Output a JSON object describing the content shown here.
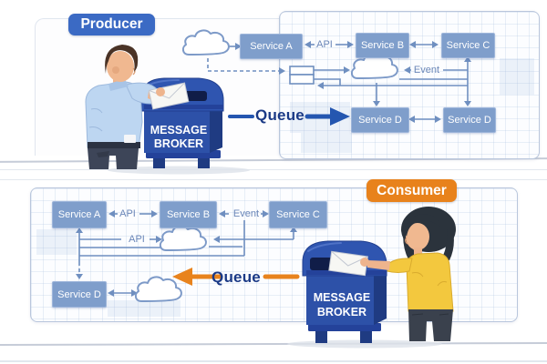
{
  "badges": {
    "producer": "Producer",
    "consumer": "Consumer"
  },
  "queues": {
    "top": {
      "label": "Queue"
    },
    "bottom": {
      "label": "Queue"
    }
  },
  "mailboxes": {
    "top": {
      "line1": "MESSAGE",
      "line2": "BROKER"
    },
    "bottom": {
      "line1": "MESSAGE",
      "line2": "BROKER"
    }
  },
  "diagram_top": {
    "nodes": [
      {
        "label": "Service A"
      },
      {
        "label": "Service B"
      },
      {
        "label": "Service C"
      },
      {
        "label": "Service D"
      },
      {
        "label": "Service D"
      }
    ],
    "api_label": "API",
    "event_label": "Event"
  },
  "diagram_bottom": {
    "nodes": [
      {
        "label": "Service A"
      },
      {
        "label": "Service B"
      },
      {
        "label": "Service C"
      },
      {
        "label": "Service D"
      }
    ],
    "api_label_1": "API",
    "api_label_2": "API",
    "event_label": "Event"
  },
  "icons": {
    "cloud": "cloud-icon",
    "envelope": "envelope-icon",
    "arrow": "arrow-icon"
  },
  "colors": {
    "accent_blue": "#3b6ac4",
    "accent_orange": "#e8821c",
    "queue_text_navy": "#1b3a86",
    "node_fill": "#7f9ecb",
    "diagram_line": "#6f8fc0",
    "mailbox_blue": "#2d51a8"
  }
}
